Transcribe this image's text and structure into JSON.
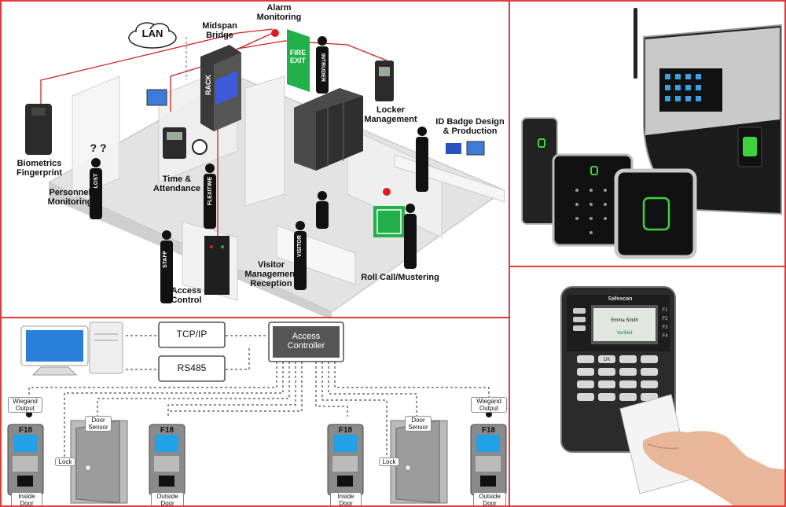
{
  "colors": {
    "border": "#e03c3c",
    "accent_green": "#22b04a",
    "alarm_red": "#d92020",
    "wire": "#c22"
  },
  "overview": {
    "lan": "LAN",
    "midspan_bridge": "Midspan\nBridge",
    "alarm_monitoring": "Alarm\nMonitoring",
    "fire_exit": "FIRE\nEXIT",
    "intruder": "INTRUDER",
    "rack": "RACK",
    "locker_management": "Locker\nManagement",
    "id_badge": "ID Badge Design\n& Production",
    "biometrics": "Biometrics\nFingerprint",
    "time_attendance": "Time &\nAttendance",
    "personnel_monitoring": "Personnel\nMonitoring",
    "lost": "LOST",
    "question": "? ?",
    "flexitime": "FLEXITIME",
    "staff": "STAFF",
    "visitor_badge": "VISITOR",
    "visitor_management": "Visitor\nManagement\nReception",
    "roll_call": "Roll Call/Mustering",
    "access_control": "Access\nControl"
  },
  "wiring": {
    "tcpip": "TCP/IP",
    "rs485": "RS485",
    "access_controller": "Access\nController",
    "wiegand_output": "Wiegand\nOutput",
    "f18": "F18",
    "door_sensor": "Door\nSensor",
    "lock": "Lock",
    "inside_door": "Inside\nDoor",
    "outside_door": "Outside\nDoor"
  },
  "terminal": {
    "brand": "Safescan",
    "screen_name": "Emma Smith",
    "screen_status": "Verified",
    "keys": [
      "F1",
      "F2",
      "F3",
      "F4",
      "OK"
    ]
  },
  "icons": [
    "cloud-icon",
    "alarm-bell-icon",
    "computer-icon",
    "fingerprint-reader-icon",
    "card-reader-icon",
    "hand-icon"
  ]
}
